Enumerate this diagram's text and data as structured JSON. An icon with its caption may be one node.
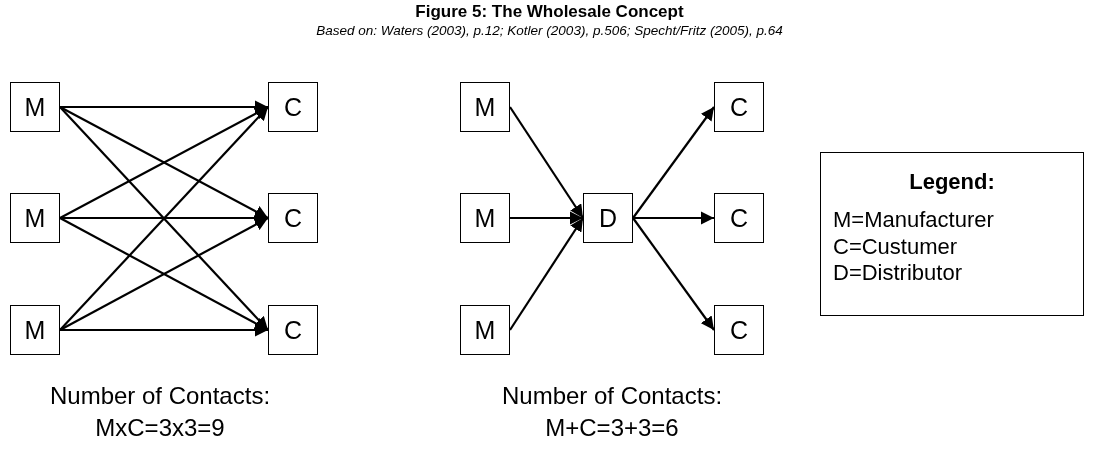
{
  "diagram": {
    "title": "Figure 5: The Wholesale Concept",
    "caption": "Based on: Waters (2003), p.12; Kotler (2003), p.506; Specht/Fritz (2005), p.64",
    "nodes": [
      {
        "text": [
          "M"
        ]
      },
      {
        "text": [
          "C"
        ]
      },
      {
        "text": [
          "M"
        ]
      },
      {
        "text": [
          "C"
        ]
      },
      {
        "text": [
          "M"
        ]
      },
      {
        "text": [
          "C"
        ]
      },
      {
        "text": [
          "M"
        ]
      },
      {
        "text": [
          "C"
        ]
      },
      {
        "text": [
          "M"
        ]
      },
      {
        "text": [
          "D"
        ]
      },
      {
        "text": [
          "C"
        ]
      },
      {
        "text": [
          "M"
        ]
      },
      {
        "text": [
          "C"
        ]
      },
      {
        "text": [
          "Legend:",
          "M=Manufacturer",
          "C=Custumer",
          "D=Distributor"
        ]
      }
    ],
    "edges": [
      {
        "from": 0,
        "to": 1,
        "arrow": "to"
      },
      {
        "from": 0,
        "to": 3,
        "arrow": "to"
      },
      {
        "from": 0,
        "to": 5,
        "arrow": "to"
      },
      {
        "from": 2,
        "to": 1,
        "arrow": "to"
      },
      {
        "from": 2,
        "to": 3,
        "arrow": "to"
      },
      {
        "from": 2,
        "to": 5,
        "arrow": "to"
      },
      {
        "from": 4,
        "to": 1,
        "arrow": "to"
      },
      {
        "from": 4,
        "to": 3,
        "arrow": "to"
      },
      {
        "from": 4,
        "to": 5,
        "arrow": "to"
      },
      {
        "from": 6,
        "to": 9,
        "arrow": "to"
      },
      {
        "from": 8,
        "to": 9,
        "arrow": "to"
      },
      {
        "from": 11,
        "to": 9,
        "arrow": "to"
      },
      {
        "from": 9,
        "to": 7,
        "arrow": "to"
      },
      {
        "from": 9,
        "to": 10,
        "arrow": "to"
      },
      {
        "from": 9,
        "to": 12,
        "arrow": "to"
      }
    ],
    "labels": [
      "Number of Contacts:",
      "MxC=3x3=9",
      "Number of Contacts:",
      "M+C=3+3=6"
    ]
  }
}
